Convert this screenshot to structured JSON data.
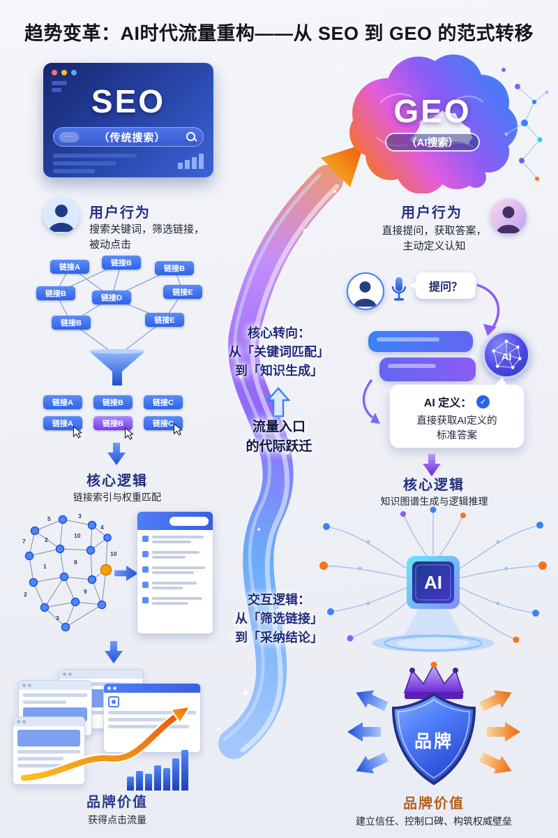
{
  "title": "趋势变革：AI时代流量重构——从 SEO 到 GEO 的范式转移",
  "seo": {
    "logo": "SEO",
    "logo_sub": "（传统搜索）",
    "search_dots": "···",
    "behavior": {
      "heading": "用户行为",
      "line1": "搜索关键词，筛选链接，",
      "line2": "被动点击"
    },
    "cloud": [
      "链接A",
      "链接B",
      "链接B",
      "链接B",
      "链接D",
      "链接E",
      "链接B",
      "链接E"
    ],
    "result_row1": [
      "链接A",
      "链接B",
      "链接C"
    ],
    "result_row2": [
      "链接A",
      "链接B",
      "链接C"
    ],
    "logic": {
      "heading": "核心逻辑",
      "desc": "链接索引与权重匹配"
    },
    "graph_numbers": [
      "5",
      "3",
      "7",
      "2",
      "10",
      "4",
      "1",
      "8",
      "2",
      "9",
      "3",
      "10"
    ],
    "brand": {
      "heading": "品牌价值",
      "desc": "获得点击流量"
    }
  },
  "center": {
    "shift": {
      "l1": "核心转向：",
      "l2": "从「关键词匹配」",
      "l3": "到「知识生成」"
    },
    "traffic": {
      "l1": "流量入口",
      "l2": "的代际跃迁"
    },
    "interaction": {
      "l1": "交互逻辑：",
      "l2": "从「筛选链接」",
      "l3": "到「采纳结论」"
    }
  },
  "geo": {
    "logo": "GEO",
    "logo_sub": "（AI搜索）",
    "behavior": {
      "heading": "用户行为",
      "line1": "直接提问，获取答案，",
      "line2": "主动定义认知"
    },
    "question": "提问？",
    "ai_icon_label": "AI",
    "answer_card": {
      "title": "AI 定义：",
      "check": "✓",
      "line1": "直接获取AI定义的",
      "line2": "标准答案"
    },
    "logic": {
      "heading": "核心逻辑",
      "desc": "知识图谱生成与逻辑推理"
    },
    "chip_label": "AI",
    "shield_label": "品牌",
    "brand": {
      "heading": "品牌价值",
      "desc": "建立信任、控制口碑、构筑权威壁垒"
    }
  },
  "colors": {
    "accent_blue": "#2f63e8",
    "accent_purple": "#8b5cf6",
    "accent_orange": "#f97316",
    "heading_navy": "#232f7e",
    "brand_blue": "#2b3990",
    "brand_orange": "#b45f1d"
  }
}
